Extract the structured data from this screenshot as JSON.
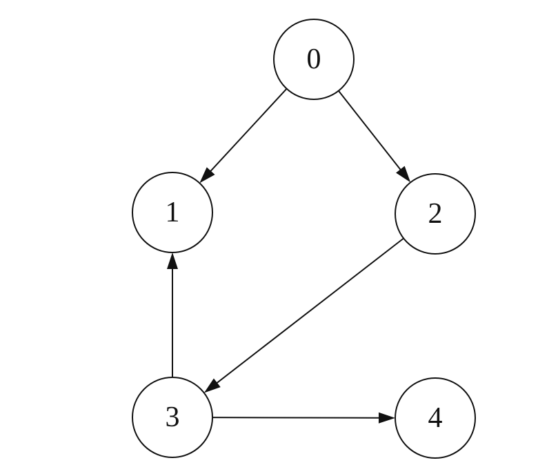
{
  "graph": {
    "nodes": [
      {
        "id": "0",
        "label": "0"
      },
      {
        "id": "1",
        "label": "1"
      },
      {
        "id": "2",
        "label": "2"
      },
      {
        "id": "3",
        "label": "3"
      },
      {
        "id": "4",
        "label": "4"
      }
    ],
    "edges": [
      {
        "from": "0",
        "to": "1"
      },
      {
        "from": "0",
        "to": "2"
      },
      {
        "from": "2",
        "to": "3"
      },
      {
        "from": "3",
        "to": "1"
      },
      {
        "from": "3",
        "to": "4"
      }
    ],
    "directed": true,
    "colors": {
      "stroke": "#111111",
      "fill": "#ffffff"
    }
  }
}
